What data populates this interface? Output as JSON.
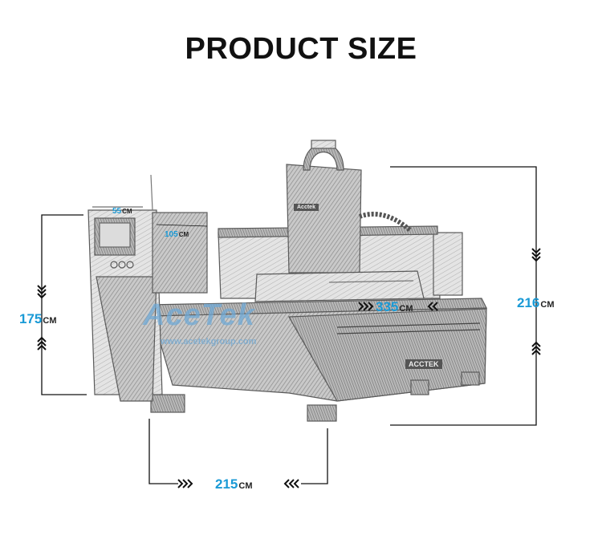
{
  "title": "PRODUCT SIZE",
  "dimensions": {
    "height_control": {
      "value": "175",
      "unit": "CM"
    },
    "height_machine": {
      "value": "216",
      "unit": "CM"
    },
    "length": {
      "value": "335",
      "unit": "CM"
    },
    "width": {
      "value": "215",
      "unit": "CM"
    },
    "control_width": {
      "value": "55",
      "unit": "CM"
    },
    "control_depth": {
      "value": "105",
      "unit": "CM"
    }
  },
  "watermark": {
    "brand": "AceTek",
    "url": "www.acetekgroup.com"
  },
  "machine_labels": {
    "plate": "ACCTEK",
    "carriage": "Acctek"
  },
  "colors": {
    "accent": "#1a9ad6",
    "line": "#111111",
    "sketch": "#5a5a5a"
  },
  "icons": [
    "chevron-up-icon",
    "chevron-down-icon",
    "chevron-left-icon",
    "chevron-right-icon"
  ]
}
